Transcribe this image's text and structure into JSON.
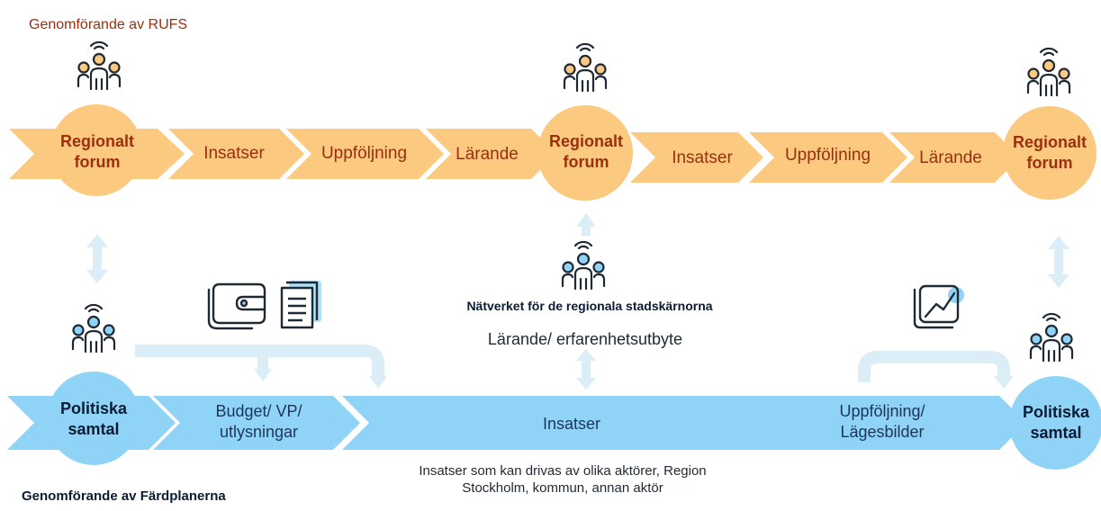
{
  "top_title": "Genomförande av RUFS",
  "bottom_title": "Genomförande av Färdplanerna",
  "colors": {
    "orange": "#fbc980",
    "orange_text": "#9c2f0c",
    "blue": "#8fd3f7",
    "arrow": "#dbeef8",
    "icon": "#1f2933"
  },
  "top_row": {
    "forum1": [
      "Regionalt",
      "forum"
    ],
    "step1": "Insatser",
    "step2": "Uppföljning",
    "step3": "Lärande",
    "forum2": [
      "Regionalt",
      "forum"
    ],
    "step4": "Insatser",
    "step5": "Uppföljning",
    "step6": "Lärande",
    "forum3": [
      "Regionalt",
      "forum"
    ]
  },
  "network": {
    "title": "Nätverket för de regionala stadskärnorna",
    "subtitle": "Lärande/ erfarenhetsutbyte"
  },
  "bottom_row": {
    "pol1": [
      "Politiska",
      "samtal"
    ],
    "budget": [
      "Budget/ VP/",
      "utlysningar"
    ],
    "insatser": "Insatser",
    "uppfoljning": [
      "Uppföljning/",
      "Lägesbilder"
    ],
    "pol2": [
      "Politiska",
      "samtal"
    ]
  },
  "note": [
    "Insatser som kan drivas av olika aktörer, Region",
    "Stockholm, kommun, annan aktör"
  ],
  "icons": [
    "people-icon",
    "wallet-icon",
    "document-icon",
    "chart-icon"
  ]
}
